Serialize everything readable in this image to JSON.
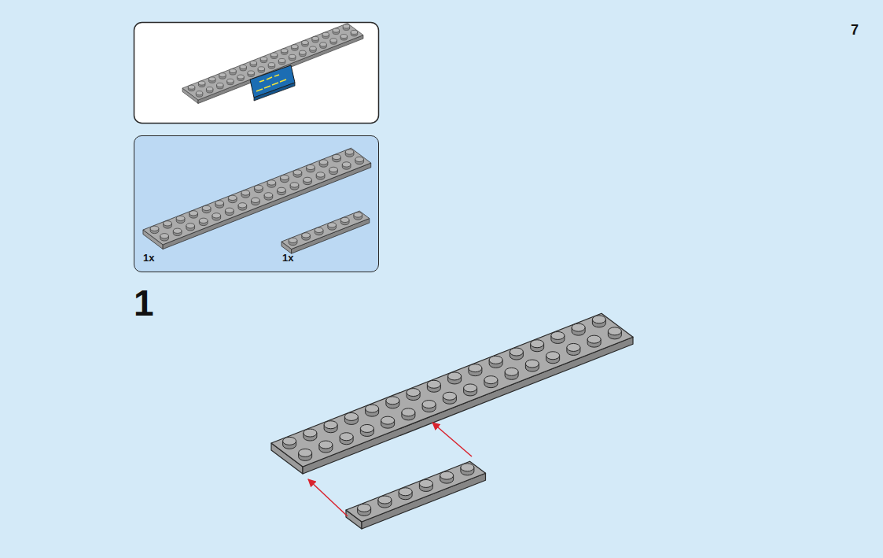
{
  "diagram": {
    "nodes": [
      {
        "text": [
          "1x",
          "1x"
        ]
      }
    ],
    "labels": [
      "1",
      "7"
    ]
  }
}
